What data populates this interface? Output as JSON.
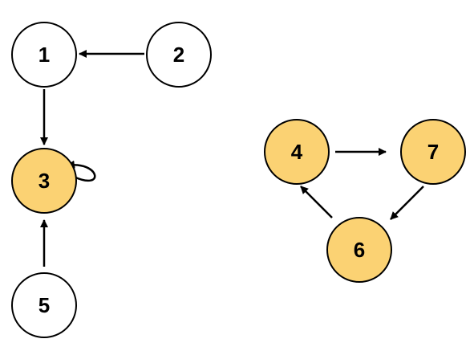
{
  "colors": {
    "highlight": "#fbd273",
    "plain": "#ffffff",
    "stroke": "#000000"
  },
  "nodes": [
    {
      "id": "1",
      "label": "1",
      "highlighted": false
    },
    {
      "id": "2",
      "label": "2",
      "highlighted": false
    },
    {
      "id": "3",
      "label": "3",
      "highlighted": true
    },
    {
      "id": "4",
      "label": "4",
      "highlighted": true
    },
    {
      "id": "5",
      "label": "5",
      "highlighted": false
    },
    {
      "id": "6",
      "label": "6",
      "highlighted": true
    },
    {
      "id": "7",
      "label": "7",
      "highlighted": true
    }
  ],
  "edges": [
    {
      "from": "2",
      "to": "1"
    },
    {
      "from": "1",
      "to": "3"
    },
    {
      "from": "3",
      "to": "3"
    },
    {
      "from": "5",
      "to": "3"
    },
    {
      "from": "4",
      "to": "7"
    },
    {
      "from": "7",
      "to": "6"
    },
    {
      "from": "6",
      "to": "4"
    }
  ]
}
